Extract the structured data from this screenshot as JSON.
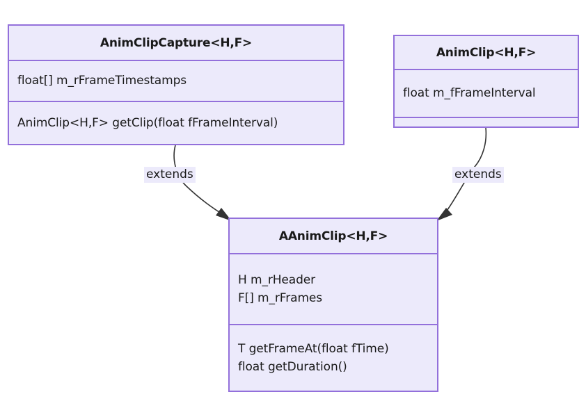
{
  "diagram": {
    "type": "uml-class-diagram",
    "background_color": "#ffffff",
    "class_fill_color": "#ECEAFB",
    "class_border_color": "#9370DB",
    "text_color": "#1a1a1a",
    "edge_color": "#333333"
  },
  "classes": [
    {
      "id": "animclipcapture",
      "name": "AnimClipCapture<H,F>",
      "attributes": [
        "float[] m_rFrameTimestamps"
      ],
      "methods": [
        "AnimClip<H,F> getClip(float fFrameInterval)"
      ]
    },
    {
      "id": "animclip",
      "name": "AnimClip<H,F>",
      "attributes": [
        "float m_fFrameInterval"
      ],
      "methods": []
    },
    {
      "id": "aanimclip",
      "name": "AAnimClip<H,F>",
      "attributes": [
        "H m_rHeader",
        "F[] m_rFrames"
      ],
      "methods": [
        "T getFrameAt(float fTime)",
        "float getDuration()"
      ]
    }
  ],
  "edges": [
    {
      "id": "edge-left",
      "from": "animclipcapture",
      "to": "aanimclip",
      "label": "extends",
      "arrow": "solid-triangle"
    },
    {
      "id": "edge-right",
      "from": "animclip",
      "to": "aanimclip",
      "label": "extends",
      "arrow": "solid-triangle"
    }
  ]
}
